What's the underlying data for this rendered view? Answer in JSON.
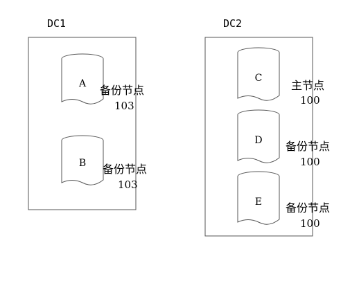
{
  "datacenters": [
    {
      "label": "DC1",
      "nodes": [
        {
          "letter": "A",
          "role": "备份节点",
          "value": "103"
        },
        {
          "letter": "B",
          "role": "备份节点",
          "value": "103"
        }
      ]
    },
    {
      "label": "DC2",
      "nodes": [
        {
          "letter": "C",
          "role": "主节点",
          "value": "100"
        },
        {
          "letter": "D",
          "role": "备份节点",
          "value": "100"
        },
        {
          "letter": "E",
          "role": "备份节点",
          "value": "100"
        }
      ]
    }
  ],
  "colors": {
    "stroke": "#555555",
    "text": "#000000",
    "background": "#ffffff"
  }
}
